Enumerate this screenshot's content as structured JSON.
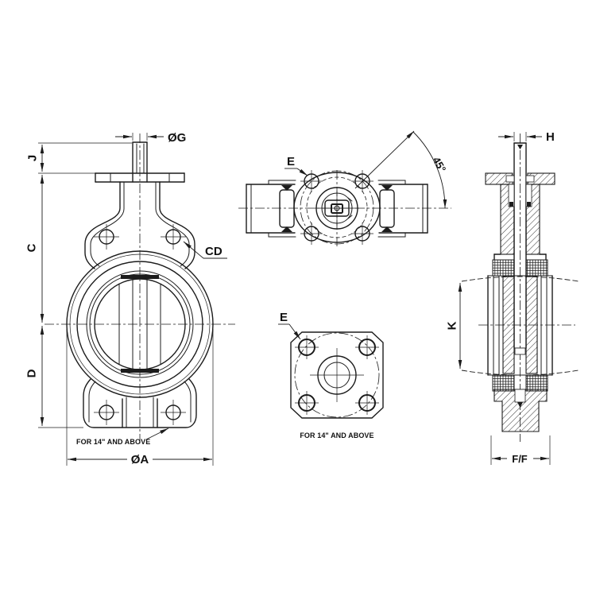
{
  "colors": {
    "background": "#ffffff",
    "line": "#1c1c1c",
    "text": "#111111"
  },
  "labels": {
    "og": "ØG",
    "j": "J",
    "c": "C",
    "d": "D",
    "oa": "ØA",
    "cd": "CD",
    "e_top": "E",
    "angle": "45°",
    "e_bottom": "E",
    "h": "H",
    "k": "K",
    "ff": "F/F",
    "note_front": "FOR 14\" AND ABOVE",
    "note_bottom": "FOR 14\" AND ABOVE"
  }
}
